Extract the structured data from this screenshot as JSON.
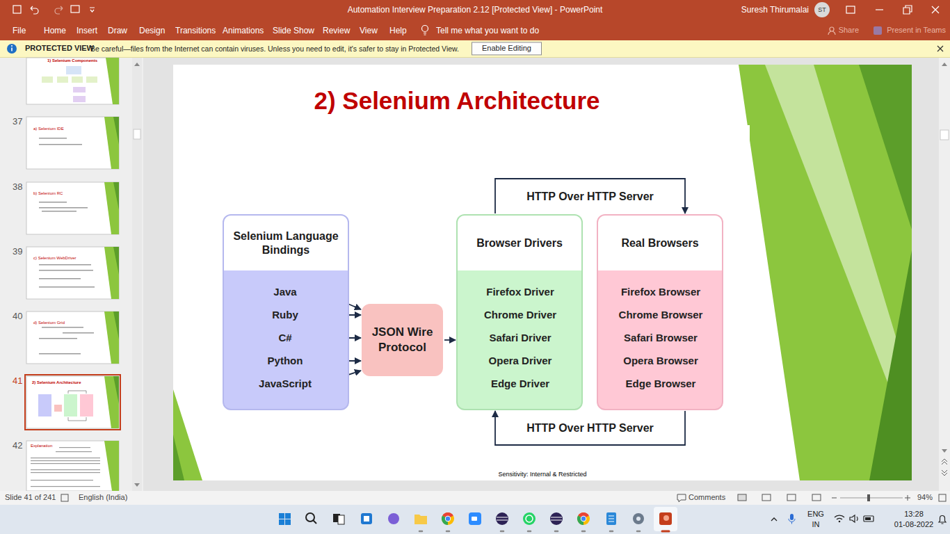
{
  "diagram": {
    "title": "2) Selenium Architecture",
    "nodes": [
      {
        "text": [
          "Selenium Language Bindings"
        ]
      },
      {
        "text": [
          "Java"
        ],
        "in": 0
      },
      {
        "text": [
          "Ruby"
        ],
        "in": 0
      },
      {
        "text": [
          "C#"
        ],
        "in": 0
      },
      {
        "text": [
          "Python"
        ],
        "in": 0
      },
      {
        "text": [
          "JavaScript"
        ],
        "in": 0
      },
      {
        "text": [
          "JSON Wire Protocol"
        ]
      },
      {
        "text": [
          "Browser Drivers"
        ]
      },
      {
        "text": [
          "Firefox Driver"
        ],
        "in": 7
      },
      {
        "text": [
          "Chrome Driver"
        ],
        "in": 7
      },
      {
        "text": [
          "Safari Driver"
        ],
        "in": 7
      },
      {
        "text": [
          "Opera Driver"
        ],
        "in": 7
      },
      {
        "text": [
          "Edge Driver"
        ],
        "in": 7
      },
      {
        "text": [
          "Real Browsers"
        ]
      },
      {
        "text": [
          "Firefox Browser"
        ],
        "in": 13
      },
      {
        "text": [
          "Chrome Browser"
        ],
        "in": 13
      },
      {
        "text": [
          "Safari Browser"
        ],
        "in": 13
      },
      {
        "text": [
          "Opera Browser"
        ],
        "in": 13
      },
      {
        "text": [
          "Edge Browser"
        ],
        "in": 13
      }
    ],
    "edges": [
      {
        "from": 1,
        "to": 6,
        "arrow": "to"
      },
      {
        "from": 2,
        "to": 6,
        "arrow": "to"
      },
      {
        "from": 3,
        "to": 6,
        "arrow": "to"
      },
      {
        "from": 4,
        "to": 6,
        "arrow": "to"
      },
      {
        "from": 5,
        "to": 6,
        "arrow": "to"
      },
      {
        "from": 6,
        "to": 7,
        "arrow": "to"
      },
      {
        "from": 7,
        "to": 13,
        "label": "HTTP Over HTTP Server",
        "arrow": "to"
      },
      {
        "from": 13,
        "to": 7,
        "label": "HTTP Over HTTP Server",
        "arrow": "to"
      }
    ],
    "labels": [
      "Automation Interview Preparation 2.12 [Protected View] - PowerPoint",
      "Suresh Thirumalai",
      "ST",
      "File",
      "Home",
      "Insert",
      "Draw",
      "Design",
      "Transitions",
      "Animations",
      "Slide Show",
      "Review",
      "View",
      "Help",
      "Tell me what you want to do",
      "Share",
      "Present in Teams",
      "PROTECTED VIEW",
      "Be careful—files from the Internet can contain viruses. Unless you need to edit, it's safer to stay in Protected View.",
      "Enable Editing",
      "1) Selenium Components",
      "37",
      "a) Selenium IDE",
      "38",
      "b) Selenium RC",
      "39",
      "c) Selenium WebDriver",
      "40",
      "d) Selenium Grid",
      "41",
      "2) Selenium Architecture",
      "42",
      "Explanation",
      "Sensitivity: Internal & Restricted",
      "Slide 41 of 241",
      "English (India)",
      "Comments",
      "94%",
      "ENG",
      "IN",
      "13:28",
      "01-08-2022"
    ]
  }
}
